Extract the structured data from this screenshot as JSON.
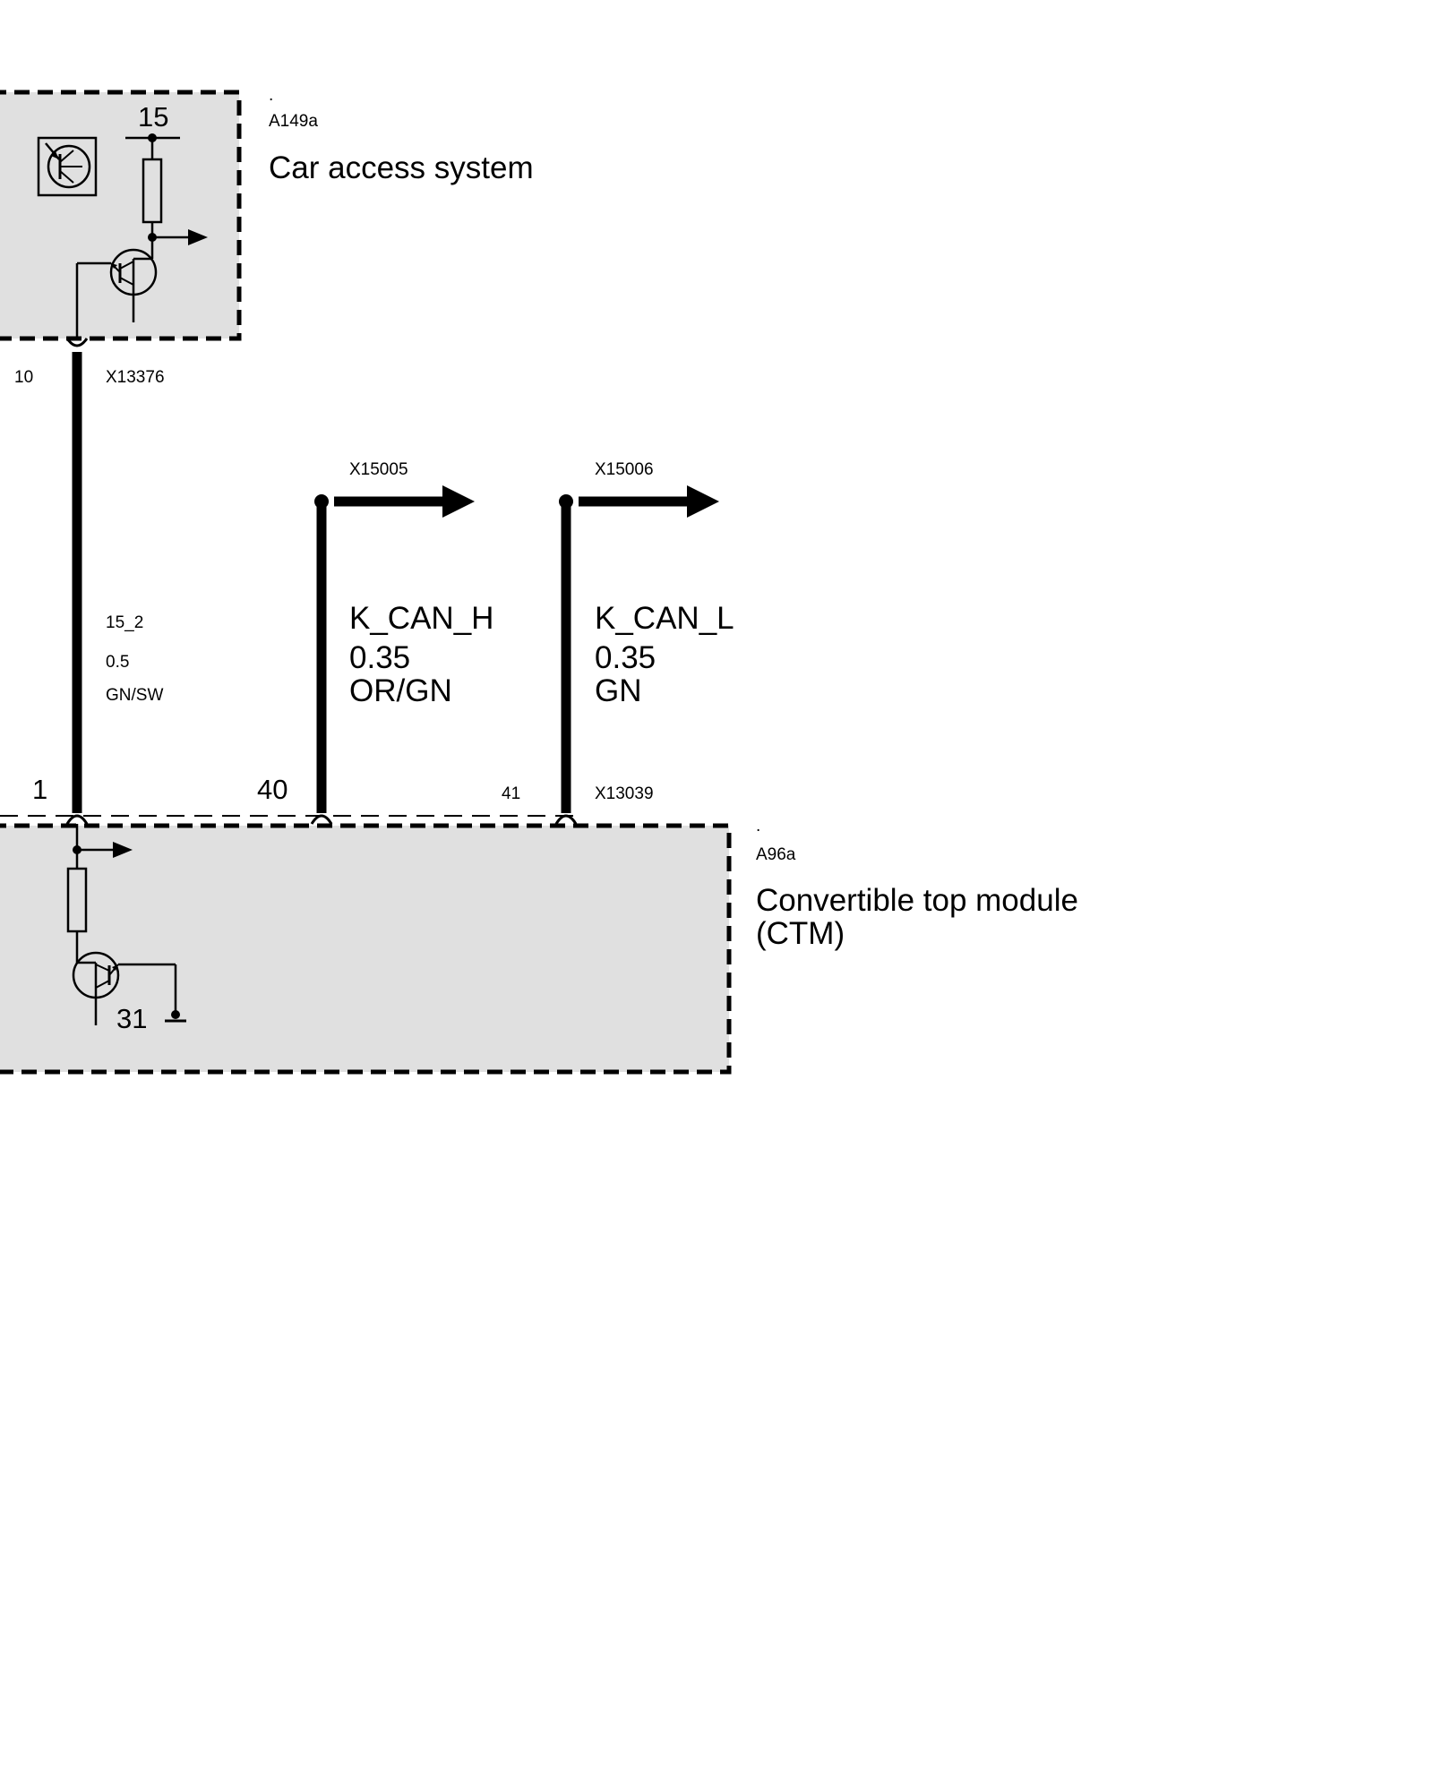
{
  "modules": {
    "cas": {
      "dot": ".",
      "id": "A149a",
      "name": "Car access system",
      "terminal": "15",
      "fill": "#e0e0e0"
    },
    "ctm": {
      "dot": ".",
      "id": "A96a",
      "name_line1": "Convertible top module",
      "name_line2": "(CTM)",
      "ground_terminal": "31",
      "fill": "#e0e0e0"
    }
  },
  "connectors": {
    "cas_pin": "10",
    "cas_connector": "X13376",
    "ctm_pin_1": "1",
    "ctm_pin_40": "40",
    "ctm_pin_41": "41",
    "ctm_connector": "X13039",
    "splice_h": "X15005",
    "splice_l": "X15006"
  },
  "wires": {
    "w15": {
      "signal": "15_2",
      "gauge": "0.5",
      "color": "GN/SW"
    },
    "can_h": {
      "signal": "K_CAN_H",
      "gauge": "0.35",
      "color": "OR/GN"
    },
    "can_l": {
      "signal": "K_CAN_L",
      "gauge": "0.35",
      "color": "GN"
    }
  }
}
